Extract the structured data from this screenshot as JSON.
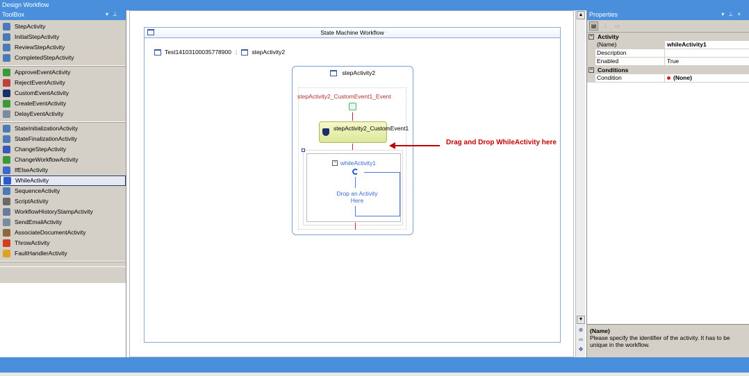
{
  "window": {
    "title": "Design Workflow"
  },
  "toolbox": {
    "title": "ToolBox",
    "groups": [
      {
        "items": [
          {
            "label": "StepActivity",
            "color": "#4a7ab8"
          },
          {
            "label": "InitialStepActivity",
            "color": "#4a7ab8"
          },
          {
            "label": "ReviewStepActivity",
            "color": "#4a7ab8"
          },
          {
            "label": "CompletedStepActivity",
            "color": "#4a7ab8"
          }
        ]
      },
      {
        "items": [
          {
            "label": "ApproveEventActivity",
            "color": "#3a9a3a"
          },
          {
            "label": "RejectEventActivity",
            "color": "#c04040"
          },
          {
            "label": "CustomEventActivity",
            "color": "#1c2f6a"
          },
          {
            "label": "CreateEventActivity",
            "color": "#3a9a3a"
          },
          {
            "label": "DelayEventActivity",
            "color": "#7a8aa0"
          }
        ]
      },
      {
        "items": [
          {
            "label": "StateInitializationActivity",
            "color": "#4a7ab8"
          },
          {
            "label": "StateFinalizationActivity",
            "color": "#4a7ab8"
          },
          {
            "label": "ChangeStepActivity",
            "color": "#3a5ab8"
          },
          {
            "label": "ChangeWorkflowActivity",
            "color": "#3a9a3a"
          },
          {
            "label": "IfElseActivity",
            "color": "#3a6ad0"
          },
          {
            "label": "WhileActivity",
            "color": "#2a5ad0",
            "selected": true
          },
          {
            "label": "SequenceActivity",
            "color": "#4a7ab8"
          },
          {
            "label": "ScriptActivity",
            "color": "#6a6a6a"
          },
          {
            "label": "WorkflowHistoryStampActivity",
            "color": "#6a7a9a"
          },
          {
            "label": "SendEmailActivity",
            "color": "#7a8aa0"
          },
          {
            "label": "AssociateDocumentActivity",
            "color": "#8a6a3a"
          },
          {
            "label": "ThrowActivity",
            "color": "#d04020"
          },
          {
            "label": "FaultHandlerActivity",
            "color": "#e0a020"
          }
        ]
      }
    ]
  },
  "designer": {
    "canvas_title": "State Machine Workflow",
    "breadcrumb_root": "Test14103100035778900",
    "breadcrumb_sep": ":",
    "breadcrumb_child": "stepActivity2",
    "state_title": "stepActivity2",
    "event_label": "stepActivity2_CustomEvent1_Event",
    "activity_label": "stepActivity2_CustomEvent1",
    "while_label": "whileActivity1",
    "drop_text": "Drop an Activity Here",
    "callout": "Drag and Drop WhileActivity here"
  },
  "properties": {
    "title": "Properties",
    "categories": [
      {
        "name": "Activity",
        "rows": [
          {
            "name": "(Name)",
            "value": "whileActivity1",
            "bold": true
          },
          {
            "name": "Description",
            "value": ""
          },
          {
            "name": "Enabled",
            "value": "True"
          }
        ]
      },
      {
        "name": "Conditions",
        "rows": [
          {
            "name": "Condition",
            "value": "(None)",
            "bold": true,
            "error": true
          }
        ]
      }
    ],
    "desc_title": "(Name)",
    "desc_text": "Please specify the identifier of the activity. It has to be unique in the workflow."
  }
}
